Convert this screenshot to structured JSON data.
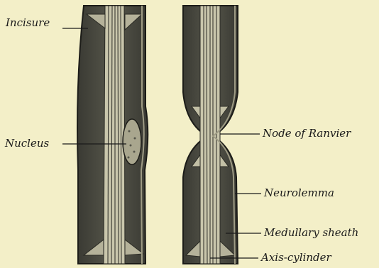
{
  "labels": {
    "incisure": "Incisure",
    "nucleus": "Nucleus",
    "node_of_ranvier": "Node of Ranvier",
    "neurolemma": "Neurolemma",
    "medullary_sheath": "Medullary sheath",
    "axis_cylinder": "Axis-cylinder"
  },
  "colors": {
    "background": "#f3efc8",
    "sheath_dark": "#4a4a40",
    "axon_light": "#c9c6ac",
    "outline": "#1c1c18"
  }
}
